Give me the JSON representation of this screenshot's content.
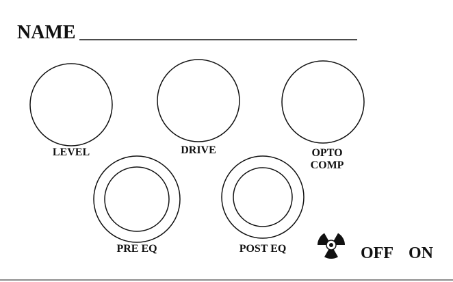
{
  "name_label": "NAME",
  "knobs": [
    {
      "label": "LEVEL"
    },
    {
      "label": "DRIVE"
    },
    {
      "label_lines": [
        "OPTO",
        "COMP"
      ]
    }
  ],
  "footswitches": [
    {
      "label": "PRE EQ"
    },
    {
      "label": "POST EQ"
    }
  ],
  "switch": {
    "icon": "radiation-trefoil-icon",
    "off_label": "OFF",
    "on_label": "ON"
  },
  "colors": {
    "ink": "#111111",
    "background": "#ffffff",
    "border": "#666666"
  }
}
